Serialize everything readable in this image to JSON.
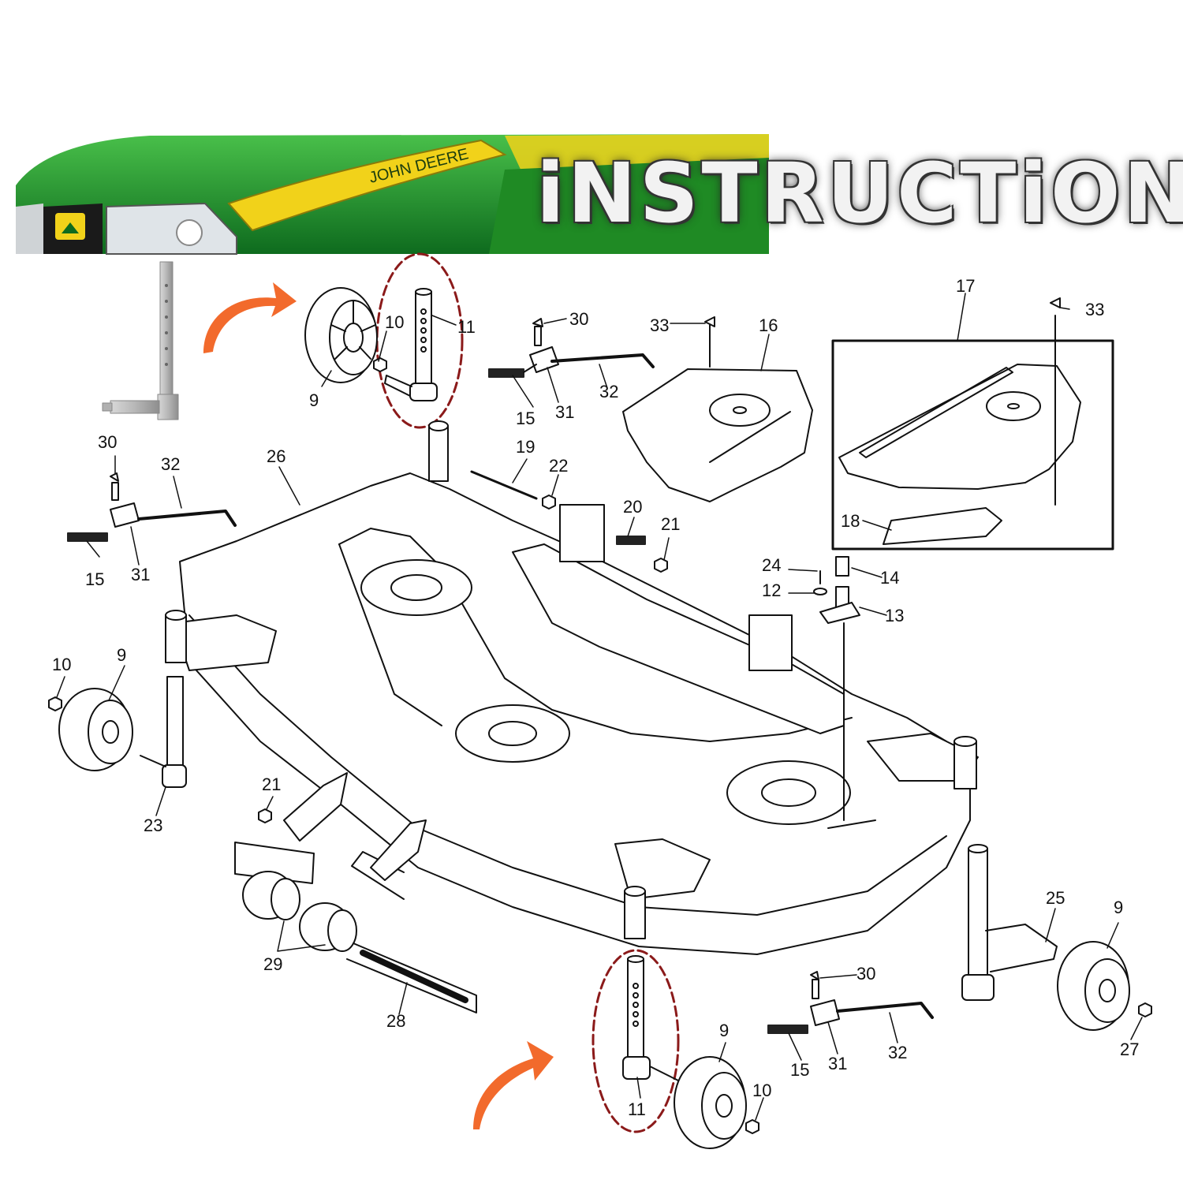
{
  "banner": {
    "title": "iNSTRUCTiON",
    "brand": "JOHN DEERE",
    "colors": {
      "green": "#2e9e2e",
      "yellow": "#f1d21a",
      "dark_green": "#0f5a1a"
    }
  },
  "arrow_color": "#f26a2c",
  "highlight_color": "#8b1a1a",
  "decal_text": "",
  "callouts": [
    {
      "text": "9"
    },
    {
      "text": "10"
    },
    {
      "text": "11"
    },
    {
      "text": "30"
    },
    {
      "text": "15"
    },
    {
      "text": "31"
    },
    {
      "text": "32"
    },
    {
      "text": "33"
    },
    {
      "text": "16"
    },
    {
      "text": "17"
    },
    {
      "text": "33"
    },
    {
      "text": "18"
    },
    {
      "text": "30"
    },
    {
      "text": "32"
    },
    {
      "text": "26"
    },
    {
      "text": "15"
    },
    {
      "text": "31"
    },
    {
      "text": "19"
    },
    {
      "text": "22"
    },
    {
      "text": "20"
    },
    {
      "text": "21"
    },
    {
      "text": "24"
    },
    {
      "text": "14"
    },
    {
      "text": "12"
    },
    {
      "text": "13"
    },
    {
      "text": "10"
    },
    {
      "text": "9"
    },
    {
      "text": "23"
    },
    {
      "text": "21"
    },
    {
      "text": "29"
    },
    {
      "text": "28"
    },
    {
      "text": "25"
    },
    {
      "text": "9"
    },
    {
      "text": "27"
    },
    {
      "text": "30"
    },
    {
      "text": "15"
    },
    {
      "text": "31"
    },
    {
      "text": "32"
    },
    {
      "text": "9"
    },
    {
      "text": "10"
    },
    {
      "text": "11"
    }
  ]
}
